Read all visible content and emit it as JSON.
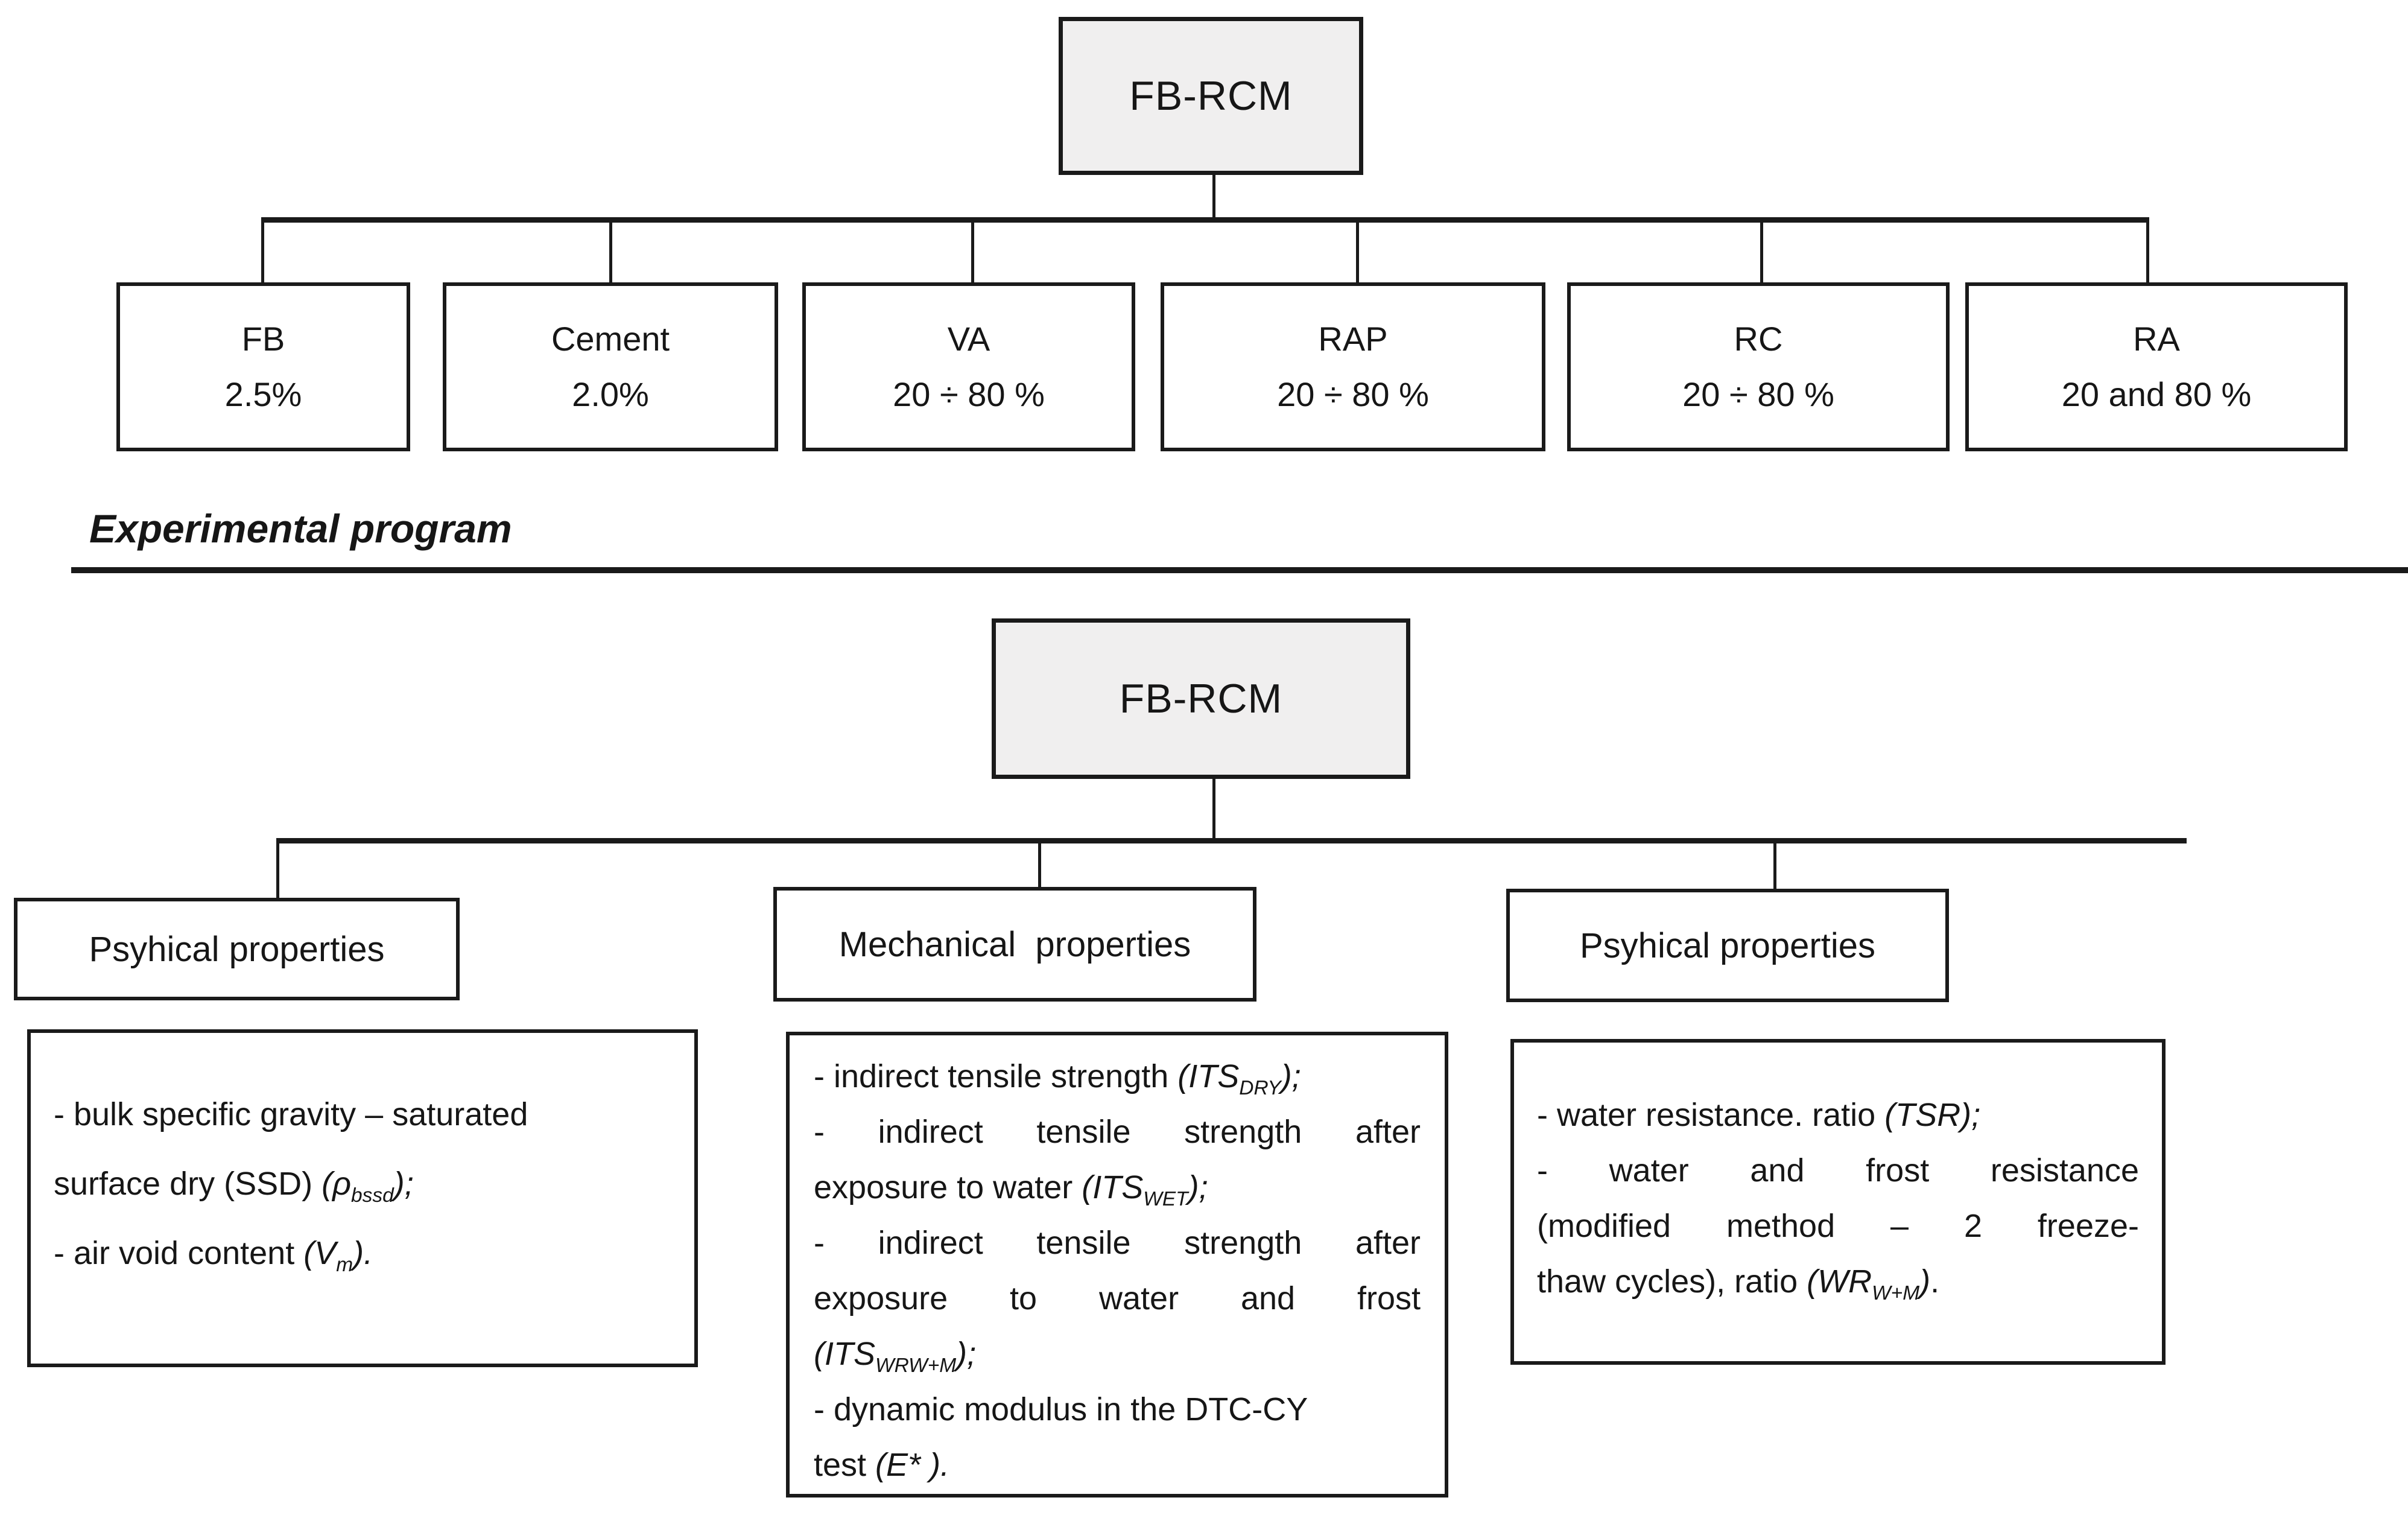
{
  "figure": {
    "composition": {
      "root_label": "FB-RCM",
      "children": [
        {
          "name": "FB",
          "value": "2.5%"
        },
        {
          "name": "Cement",
          "value": "2.0%"
        },
        {
          "name": "VA",
          "value": "20 ÷ 80 %"
        },
        {
          "name": "RAP",
          "value": "20 ÷ 80 %"
        },
        {
          "name": "RC",
          "value": "20 ÷ 80 %"
        },
        {
          "name": "RA",
          "value": "20 and 80 %"
        }
      ]
    },
    "section_title": "Experimental program",
    "program": {
      "root_label": "FB-RCM",
      "branches": [
        {
          "title": "Psyhical properties",
          "lines": [
            {
              "runs": [
                {
                  "t": "- bulk specific gravity – saturated"
                }
              ]
            },
            {
              "runs": [
                {
                  "t": "surface dry (SSD) "
                },
                {
                  "t": "(ρ",
                  "i": 1
                },
                {
                  "t": "bssd",
                  "i": 1,
                  "s": 1
                },
                {
                  "t": ");",
                  "i": 1
                }
              ]
            },
            {
              "runs": [
                {
                  "t": "- air void content "
                },
                {
                  "t": "(V",
                  "i": 1
                },
                {
                  "t": "m",
                  "i": 1,
                  "s": 1
                },
                {
                  "t": ").",
                  "i": 1
                }
              ]
            }
          ]
        },
        {
          "title": "Mechanical  properties",
          "lines": [
            {
              "runs": [
                {
                  "t": "- indirect tensile strength "
                },
                {
                  "t": "(ITS",
                  "i": 1
                },
                {
                  "t": "DRY",
                  "i": 1,
                  "s": 1
                },
                {
                  "t": ");",
                  "i": 1
                }
              ]
            },
            {
              "j": 1,
              "runs": [
                {
                  "t": "- indirect tensile strength after"
                }
              ]
            },
            {
              "runs": [
                {
                  "t": "exposure to water "
                },
                {
                  "t": "(ITS",
                  "i": 1
                },
                {
                  "t": "WET",
                  "i": 1,
                  "s": 1
                },
                {
                  "t": ");",
                  "i": 1
                }
              ]
            },
            {
              "j": 1,
              "runs": [
                {
                  "t": "- indirect tensile strength after"
                }
              ]
            },
            {
              "j": 1,
              "runs": [
                {
                  "t": "exposure to water and frost"
                }
              ]
            },
            {
              "runs": [
                {
                  "t": "(ITS",
                  "i": 1
                },
                {
                  "t": "WRW+M",
                  "i": 1,
                  "s": 1
                },
                {
                  "t": ");",
                  "i": 1
                }
              ]
            },
            {
              "runs": [
                {
                  "t": "- dynamic modulus in the DTC-CY"
                }
              ]
            },
            {
              "runs": [
                {
                  "t": "test "
                },
                {
                  "t": "(E* ).",
                  "i": 1
                }
              ]
            }
          ]
        },
        {
          "title": "Psyhical properties",
          "lines": [
            {
              "runs": [
                {
                  "t": "- water resistance. ratio "
                },
                {
                  "t": "(TSR);",
                  "i": 1
                }
              ]
            },
            {
              "j": 1,
              "runs": [
                {
                  "t": "- water and frost resistance"
                }
              ]
            },
            {
              "j": 1,
              "runs": [
                {
                  "t": "(modified method – 2 freeze-"
                }
              ]
            },
            {
              "runs": [
                {
                  "t": "thaw cycles), ratio "
                },
                {
                  "t": "(WR",
                  "i": 1
                },
                {
                  "t": "W+M",
                  "i": 1,
                  "s": 1
                },
                {
                  "t": ")",
                  "i": 1
                },
                {
                  "t": "."
                }
              ]
            }
          ]
        }
      ]
    }
  }
}
